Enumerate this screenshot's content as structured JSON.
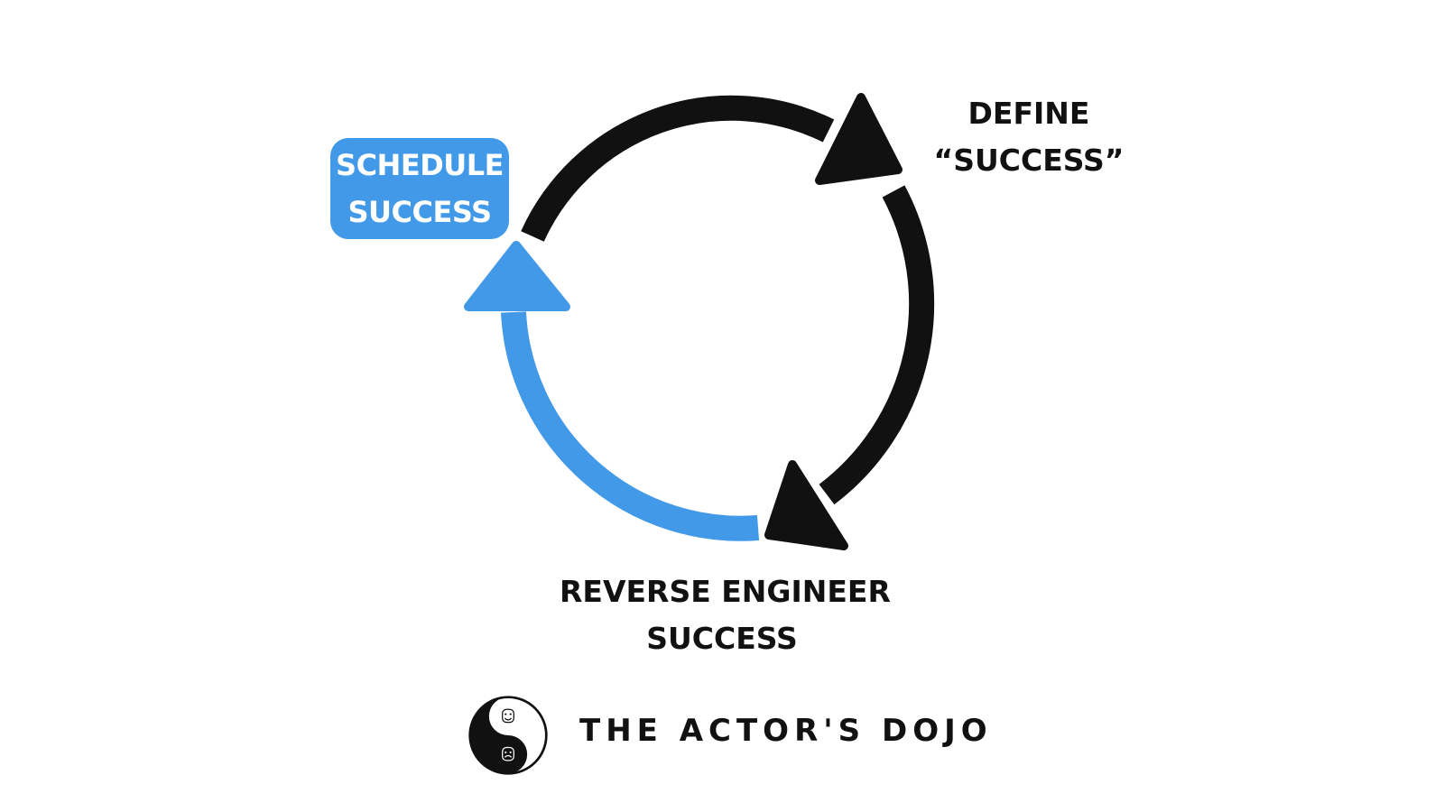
{
  "diagram": {
    "step_define": {
      "line1": "DEFINE",
      "line2": "“SUCCESS”"
    },
    "step_reverse": {
      "line1": "REVERSE ENGINEER",
      "line2": "SUCCESS"
    },
    "step_schedule": {
      "line1": "SCHEDULE",
      "line2": "SUCCESS"
    },
    "colors": {
      "accent": "#4199e8",
      "ink": "#111111"
    }
  },
  "brand": {
    "name": "THE ACTOR'S DOJO",
    "logo_icon": "yin-yang-theatre-masks-icon"
  }
}
